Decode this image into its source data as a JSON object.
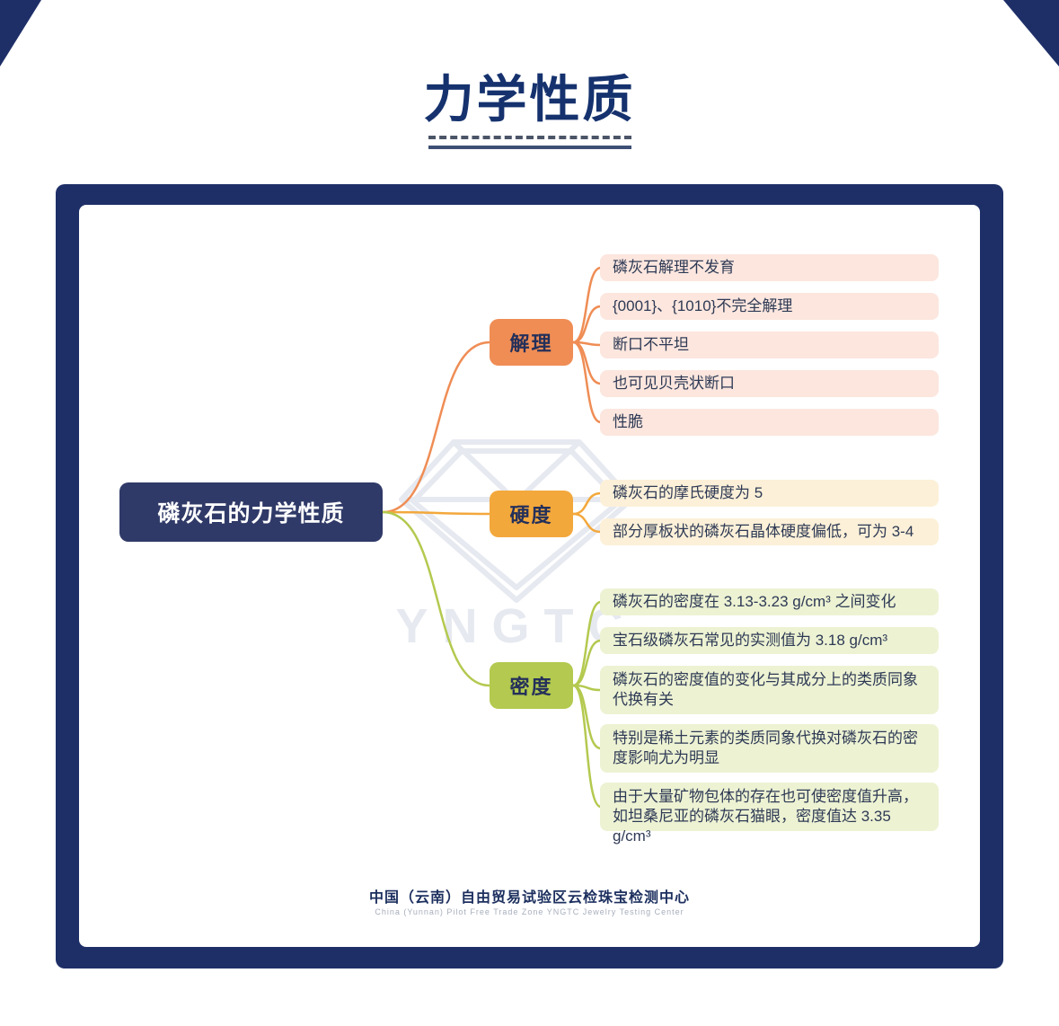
{
  "page": {
    "title": "力学性质"
  },
  "mindmap": {
    "root": "磷灰石的力学性质",
    "branches": [
      {
        "label": "解理",
        "color": "#ef8d55",
        "leaf_bg": "#fce6de",
        "leaves": [
          "磷灰石解理不发育",
          "{0001}、{1010}不完全解理",
          "断口不平坦",
          "也可见贝壳状断口",
          "性脆"
        ]
      },
      {
        "label": "硬度",
        "color": "#f3a83c",
        "leaf_bg": "#fcf0d8",
        "leaves": [
          "磷灰石的摩氏硬度为 5",
          "部分厚板状的磷灰石晶体硬度偏低，可为 3-4"
        ]
      },
      {
        "label": "密度",
        "color": "#b3c94f",
        "leaf_bg": "#edf2d3",
        "leaves": [
          "磷灰石的密度在 3.13-3.23 g/cm³ 之间变化",
          "宝石级磷灰石常见的实测值为 3.18 g/cm³",
          "磷灰石的密度值的变化与其成分上的类质同象代换有关",
          "特别是稀土元素的类质同象代换对磷灰石的密度影响尤为明显",
          "由于大量矿物包体的存在也可使密度值升高，如坦桑尼亚的磷灰石猫眼，密度值达 3.35 g/cm³"
        ]
      }
    ]
  },
  "watermark": {
    "logo": "diamond-logo",
    "text": "YNGTC"
  },
  "footer": {
    "zh": "中国（云南）自由贸易试验区云检珠宝检测中心",
    "en": "China (Yunnan) Pilot Free Trade Zone  YNGTC Jewelry Testing Center"
  },
  "colors": {
    "panel_navy": "#1e2f68",
    "root_bg": "#303a68",
    "title_navy": "#16326e",
    "cleavage_orange": "#ef8d55",
    "hardness_amber": "#f3a83c",
    "density_green": "#b3c94f"
  }
}
